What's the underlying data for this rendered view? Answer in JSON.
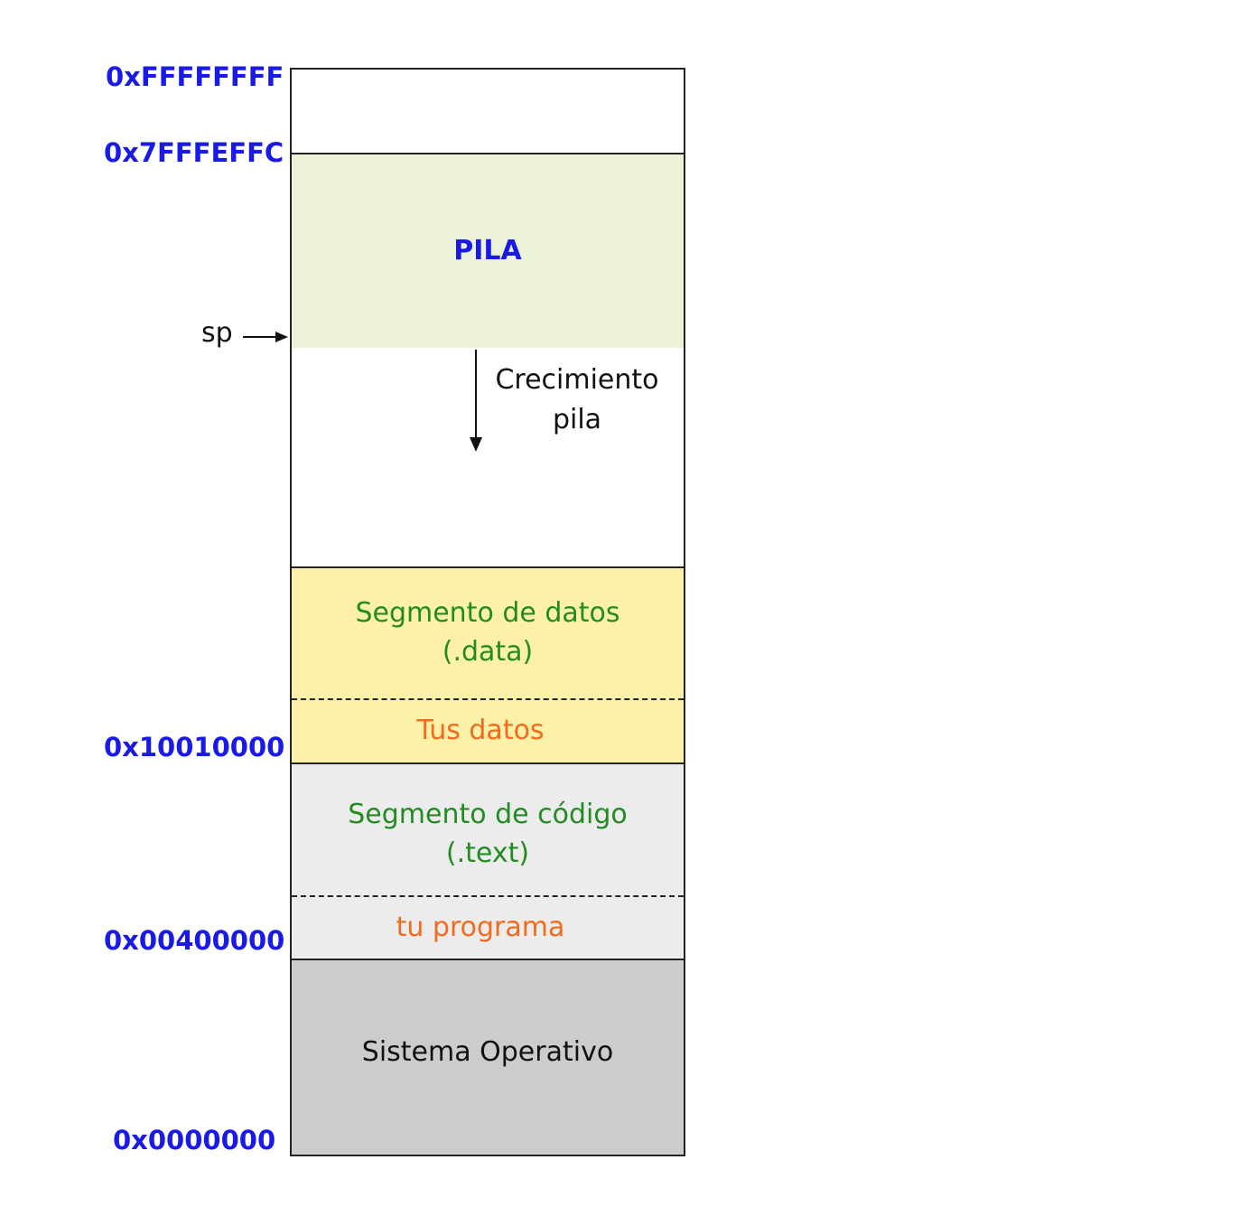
{
  "addresses": {
    "top": "0xFFFFFFFF",
    "stack_top": "0x7FFFEFFC",
    "data_start": "0x10010000",
    "text_start": "0x00400000",
    "bottom": "0x0000000"
  },
  "regions": {
    "stack": {
      "label": "PILA",
      "color": "#edf3d9"
    },
    "free": {
      "growth_label_line1": "Crecimiento",
      "growth_label_line2": "pila"
    },
    "data": {
      "label_line1": "Segmento de datos",
      "label_line2": "(.data)",
      "user_label": "Tus datos",
      "color": "#fdf0a9"
    },
    "text": {
      "label_line1": "Segmento de código",
      "label_line2": "(.text)",
      "user_label": "tu programa",
      "color": "#ececec"
    },
    "os": {
      "label": "Sistema Operativo",
      "color": "#cccccc"
    }
  },
  "pointer": {
    "label": "sp"
  }
}
